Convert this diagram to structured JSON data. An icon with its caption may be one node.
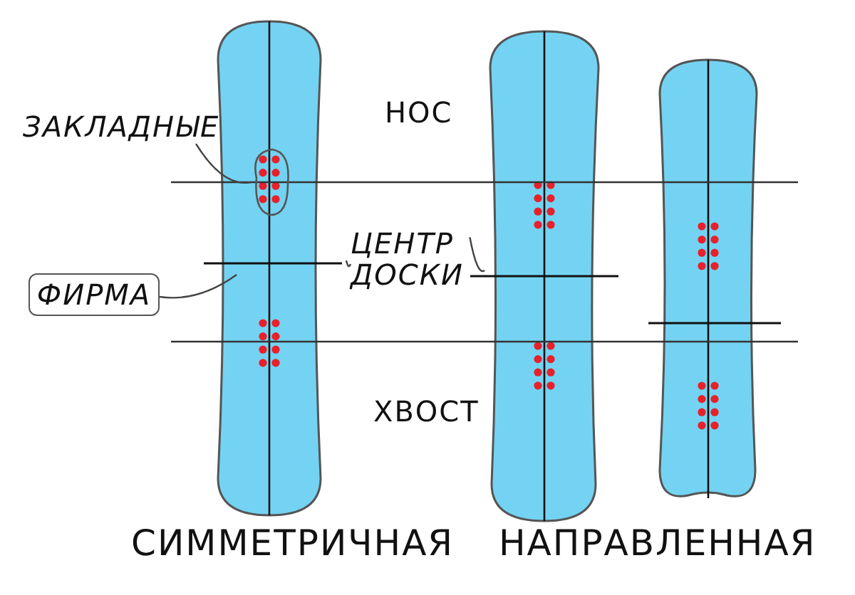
{
  "diagram": {
    "nodes": [
      {
        "text": [
          "ЗАКЛАДНЫЕ"
        ]
      },
      {
        "text": [],
        "shape": "circle"
      },
      {
        "text": [
          "ФИРМА"
        ]
      },
      {
        "text": [
          "ЦЕНТР ДОСКИ"
        ]
      }
    ],
    "edges": [
      {
        "from": 0,
        "to": 1,
        "arrow": "none"
      },
      {
        "from": 2,
        "to": null,
        "arrow": "none"
      },
      {
        "from": 3,
        "to": null,
        "arrow": "none"
      },
      {
        "from": 3,
        "to": null,
        "arrow": "none"
      }
    ],
    "labels": [
      "НОС",
      "ХВОСТ",
      "СИММЕТРИЧНАЯ",
      "НАПРАВЛЕННАЯ"
    ]
  }
}
